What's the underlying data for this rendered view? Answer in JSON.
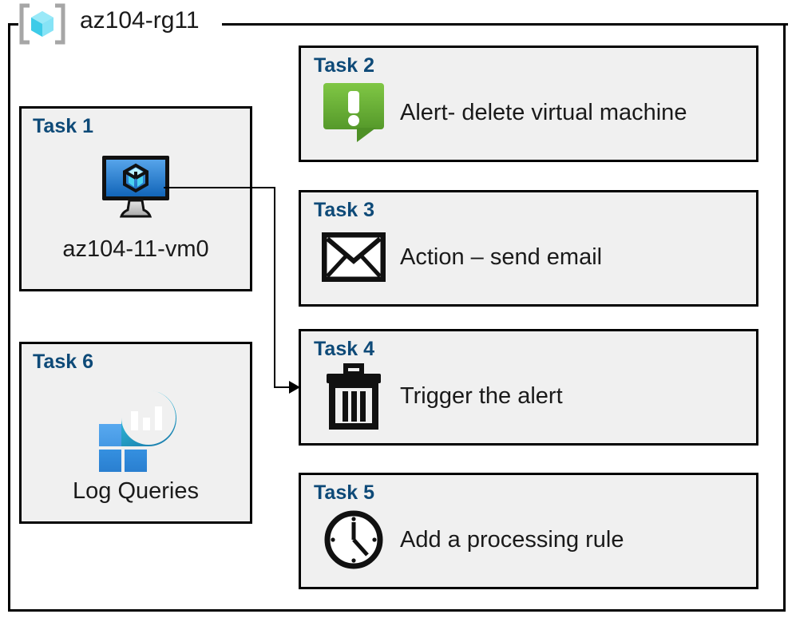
{
  "resource_group": {
    "icon": "resource-group-cube-icon",
    "title": "az104-rg11"
  },
  "colors": {
    "task_title": "#0e4a78",
    "card_fill": "#f0f0f0",
    "card_border": "#000000",
    "alert_green_light": "#7dc242",
    "alert_green_dark": "#579c26",
    "vm_blue_light": "#4d9ce6",
    "vm_blue_dark": "#1667b8",
    "log_square_light": "#4fa3ec",
    "log_square_dark": "#2b86d6",
    "log_circle_light": "#32cfe8",
    "log_circle_dark": "#1f82b0",
    "rg_cube_cyan": "#59d6f0",
    "rg_bracket_gray": "#a6a6a6"
  },
  "left_column": [
    {
      "title": "Task 1",
      "icon": "virtual-machine-icon",
      "label": "az104-11-vm0"
    },
    {
      "title": "Task 6",
      "icon": "log-analytics-icon",
      "label": "Log Queries"
    }
  ],
  "right_column": [
    {
      "title": "Task 2",
      "icon": "alert-bubble-icon",
      "label": "Alert- delete virtual machine"
    },
    {
      "title": "Task 3",
      "icon": "envelope-icon",
      "label": "Action – send email"
    },
    {
      "title": "Task 4",
      "icon": "trash-delete-icon",
      "label": "Trigger the alert"
    },
    {
      "title": "Task 5",
      "icon": "clock-icon",
      "label": "Add a processing rule"
    }
  ],
  "connector": {
    "from": "virtual-machine-icon",
    "to": "Task 4",
    "style": "elbow-arrow"
  }
}
